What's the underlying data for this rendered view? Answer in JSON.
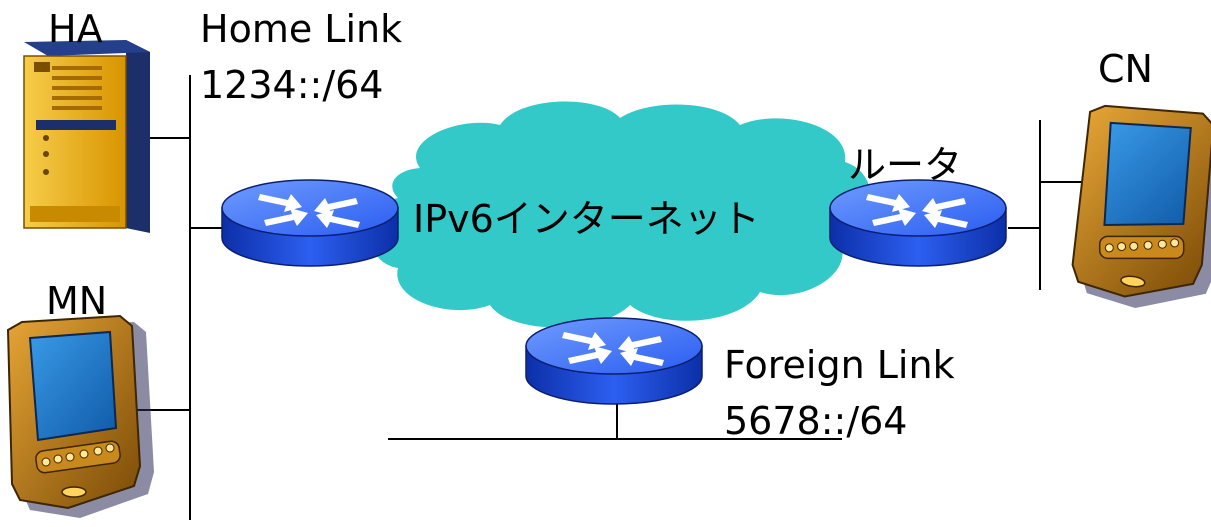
{
  "nodes": {
    "ha": {
      "label": "HA"
    },
    "mn": {
      "label": "MN"
    },
    "cn": {
      "label": "CN"
    }
  },
  "home_link": {
    "name": "Home Link",
    "prefix": "1234::/64"
  },
  "foreign_link": {
    "name": "Foreign Link",
    "prefix_underlined": "5678",
    "prefix_rest": "::/64"
  },
  "internet": {
    "label": "IPv6インターネット"
  },
  "router": {
    "label": "ルータ"
  },
  "icons": [
    "server-tower-icon",
    "pda-icon",
    "router-icon",
    "cloud-icon"
  ],
  "colors": {
    "router_blue": "#1a4fe0",
    "router_top": "#3f7cff",
    "cloud": "#33c9c9",
    "server_gold": "#e5a100",
    "server_navy": "#1c2f6b",
    "pda_screen": "#1a78c8",
    "pda_body": "#b87a1a"
  }
}
